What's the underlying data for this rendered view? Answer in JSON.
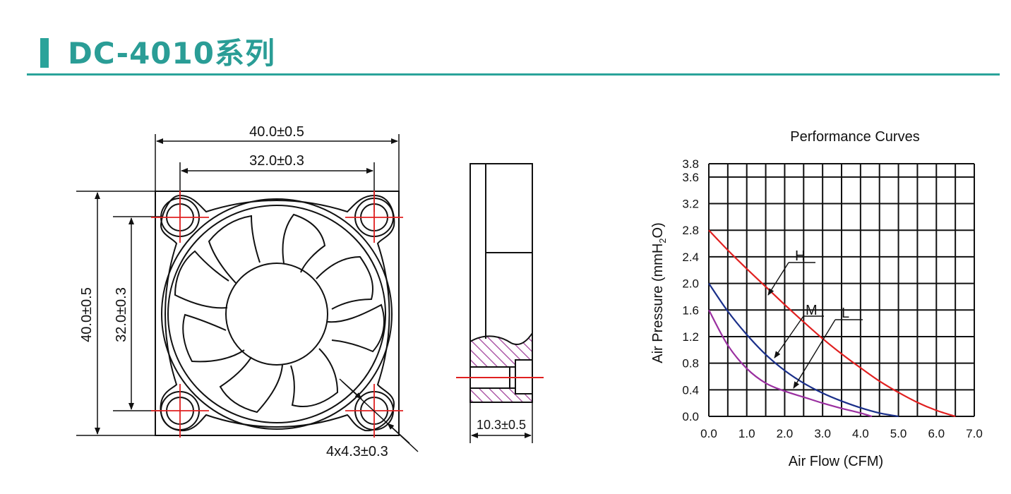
{
  "header": {
    "title": "DC-4010系列"
  },
  "dimensions": {
    "outer_width": "40.0±0.5",
    "hole_spacing_width": "32.0±0.3",
    "outer_height": "40.0±0.5",
    "hole_spacing_height": "32.0±0.3",
    "hole_spec": "4x4.3±0.3",
    "thickness": "10.3±0.5"
  },
  "colors": {
    "accent": "#2aa39a",
    "H": "#e02020",
    "M": "#1a2f8a",
    "L": "#9a2fa0",
    "hatch": "#a0409a"
  },
  "chart_data": {
    "type": "line",
    "title": "Performance   Curves",
    "xlabel": "Air Flow (CFM)",
    "ylabel": "Air Pressure (mmH2O)",
    "ylabel_main": "Air Pressure (mmH",
    "ylabel_sub": "2",
    "ylabel_end": "O)",
    "xlim": [
      0,
      7
    ],
    "ylim": [
      0,
      3.8
    ],
    "x_ticks": [
      0,
      0.5,
      1,
      1.5,
      2,
      2.5,
      3,
      3.5,
      4,
      4.5,
      5,
      5.5,
      6,
      6.5,
      7
    ],
    "x_tick_labels": [
      {
        "x": 0,
        "label": "0.0"
      },
      {
        "x": 1,
        "label": "1.0"
      },
      {
        "x": 2,
        "label": "2.0"
      },
      {
        "x": 3,
        "label": "3.0"
      },
      {
        "x": 4,
        "label": "4.0"
      },
      {
        "x": 5,
        "label": "5.0"
      },
      {
        "x": 6,
        "label": "6.0"
      },
      {
        "x": 7,
        "label": "7.0"
      }
    ],
    "y_ticks": [
      0,
      0.4,
      0.8,
      1.2,
      1.6,
      2.0,
      2.4,
      2.8,
      3.2,
      3.6,
      3.8
    ],
    "y_tick_labels": [
      {
        "y": 0,
        "label": "0.0"
      },
      {
        "y": 0.4,
        "label": "0.4"
      },
      {
        "y": 0.8,
        "label": "0.8"
      },
      {
        "y": 1.2,
        "label": "1.2"
      },
      {
        "y": 1.6,
        "label": "1.6"
      },
      {
        "y": 2.0,
        "label": "2.0"
      },
      {
        "y": 2.4,
        "label": "2.4"
      },
      {
        "y": 2.8,
        "label": "2.8"
      },
      {
        "y": 3.2,
        "label": "3.2"
      },
      {
        "y": 3.6,
        "label": "3.6"
      },
      {
        "y": 3.8,
        "label": "3.8"
      }
    ],
    "grid": true,
    "series": [
      {
        "name": "H",
        "color": "#e02020",
        "x": [
          0,
          0.5,
          1.0,
          1.5,
          2.0,
          2.5,
          3.0,
          3.5,
          4.0,
          4.5,
          5.0,
          5.5,
          6.0,
          6.5
        ],
        "y": [
          2.8,
          2.5,
          2.22,
          1.95,
          1.68,
          1.42,
          1.17,
          0.94,
          0.73,
          0.53,
          0.36,
          0.21,
          0.09,
          0.0
        ]
      },
      {
        "name": "M",
        "color": "#1a2f8a",
        "x": [
          0,
          0.5,
          1.0,
          1.5,
          2.0,
          2.5,
          3.0,
          3.5,
          4.0,
          4.5,
          5.0
        ],
        "y": [
          2.0,
          1.58,
          1.23,
          0.93,
          0.69,
          0.5,
          0.35,
          0.23,
          0.13,
          0.05,
          0.0
        ]
      },
      {
        "name": "L",
        "color": "#9a2fa0",
        "x": [
          0,
          0.5,
          1.0,
          1.5,
          2.0,
          2.5,
          3.0,
          3.5,
          4.0,
          4.3
        ],
        "y": [
          1.6,
          1.07,
          0.72,
          0.5,
          0.38,
          0.29,
          0.2,
          0.12,
          0.05,
          0.0
        ]
      }
    ]
  }
}
